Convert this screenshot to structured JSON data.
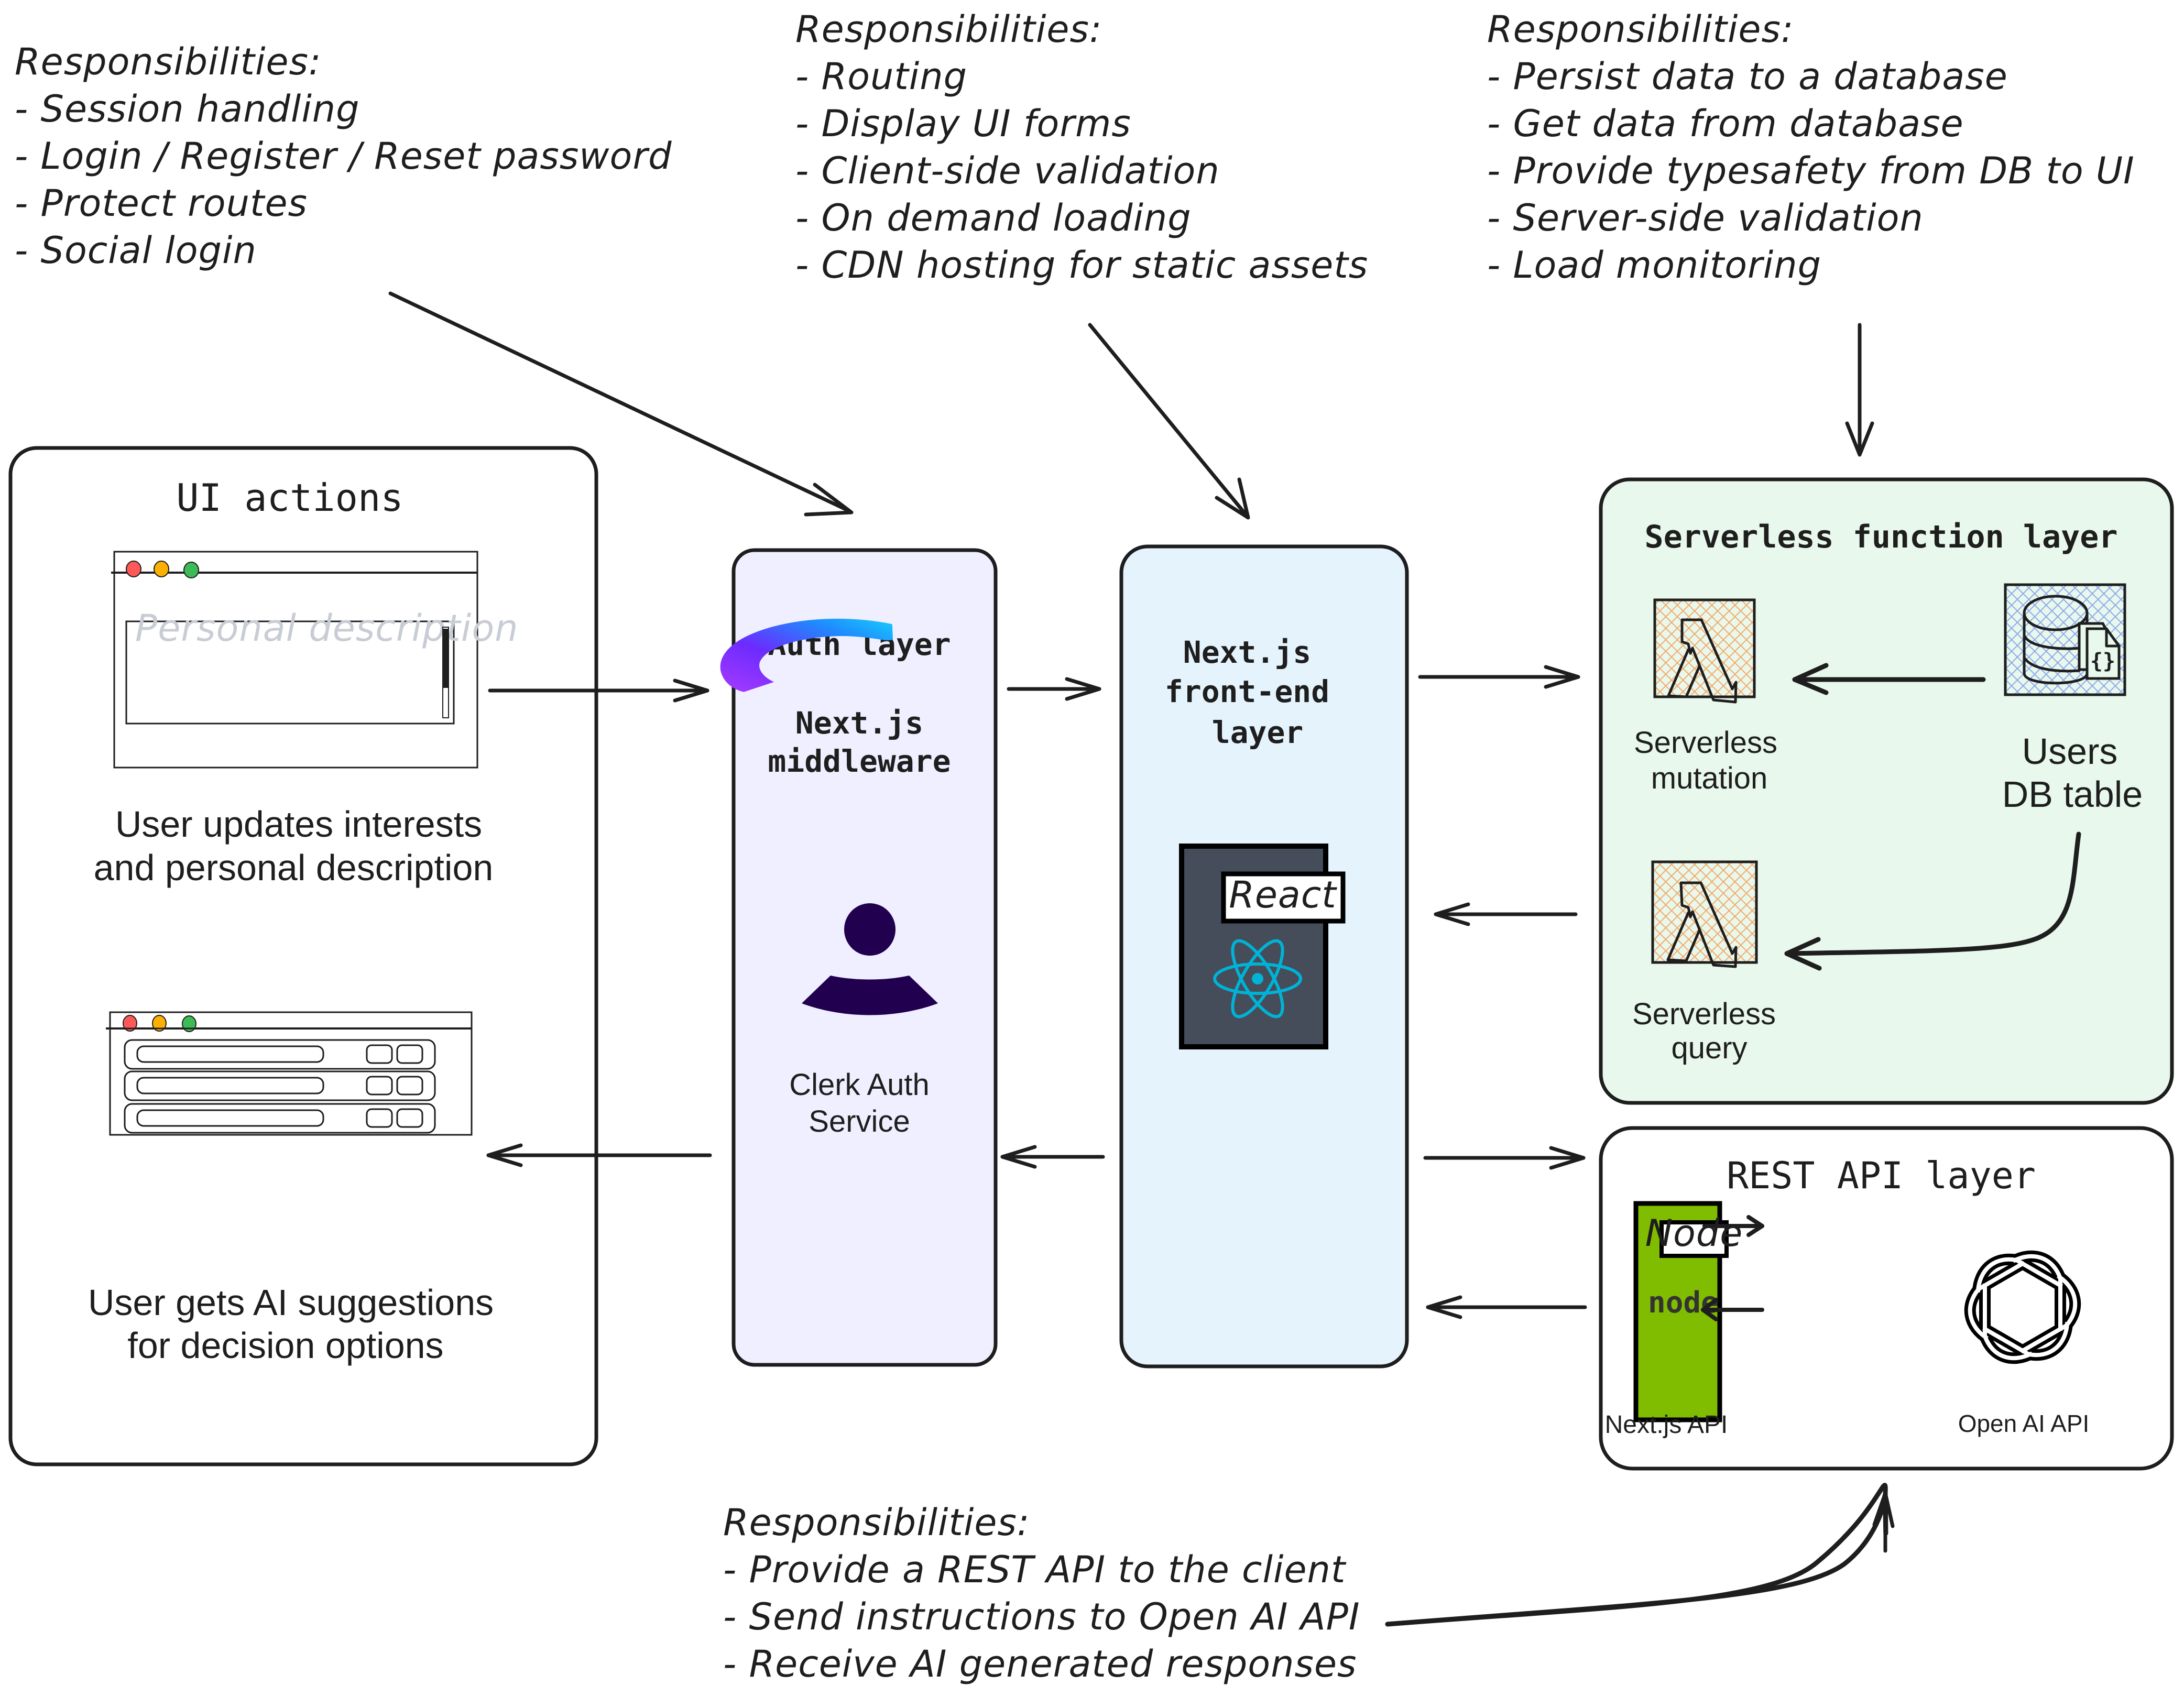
{
  "colors": {
    "ink": "#1e1e1e",
    "auth_fill": "#f0efff",
    "frontend_fill": "#e5f3fd",
    "serverless_fill": "#e8f8ec",
    "lambda_hatch": "#f4a968",
    "db_hatch": "#8ea8ec",
    "react_book": "#454c5a",
    "react_cyan": "#00b3d6",
    "node_green": "#80bc00",
    "clerk_dark": "#21004f",
    "traffic_red": "#fe5858",
    "traffic_yellow": "#fcb002",
    "traffic_green": "#3dbb56",
    "placeholder_gray": "#c8ccd4"
  },
  "notes": {
    "auth": {
      "heading": "Responsibilities:",
      "items": [
        "- Session handling",
        "- Login / Register / Reset password",
        "- Protect routes",
        "- Social login"
      ]
    },
    "frontend": {
      "heading": "Responsibilities:",
      "items": [
        "- Routing",
        "- Display UI forms",
        "- Client-side validation",
        "- On demand loading",
        "- CDN hosting for static assets"
      ]
    },
    "serverless": {
      "heading": "Responsibilities:",
      "items": [
        "- Persist data to a database",
        "- Get data from database",
        "- Provide typesafety from DB to UI",
        "- Server-side validation",
        "- Load monitoring"
      ]
    },
    "rest": {
      "heading": "Responsibilities:",
      "items": [
        "- Provide a REST API to the client",
        "- Send instructions to Open AI API",
        "- Receive AI generated responses"
      ]
    }
  },
  "ui_actions": {
    "title": "UI actions",
    "form_placeholder": "Personal description",
    "caption_update": [
      "User updates interests",
      "and personal description"
    ],
    "caption_suggestions": [
      "User gets AI suggestions",
      "for decision options"
    ]
  },
  "auth_layer": {
    "title": "Auth layer",
    "subtitle": [
      "Next.js",
      "middleware"
    ],
    "service": [
      "Clerk Auth",
      "Service"
    ],
    "icon": "clerk-logo-icon"
  },
  "frontend_layer": {
    "title": [
      "Next.js",
      "front-end",
      "layer"
    ],
    "book_label": "React",
    "icon": "react-atom-icon"
  },
  "serverless_layer": {
    "title": "Serverless function layer",
    "mutation": [
      "Serverless",
      "mutation"
    ],
    "query": [
      "Serverless",
      "query"
    ],
    "db": [
      "Users",
      "DB table"
    ],
    "icons": [
      "lambda-icon",
      "database-icon",
      "json-file-icon"
    ]
  },
  "rest_layer": {
    "title": "REST API layer",
    "book_label": "Node",
    "node_wordmark": "node",
    "nextjs_api": "Next.js API",
    "openai_api": "Open AI API",
    "icons": [
      "nodejs-logo-icon",
      "openai-logo-icon"
    ]
  }
}
